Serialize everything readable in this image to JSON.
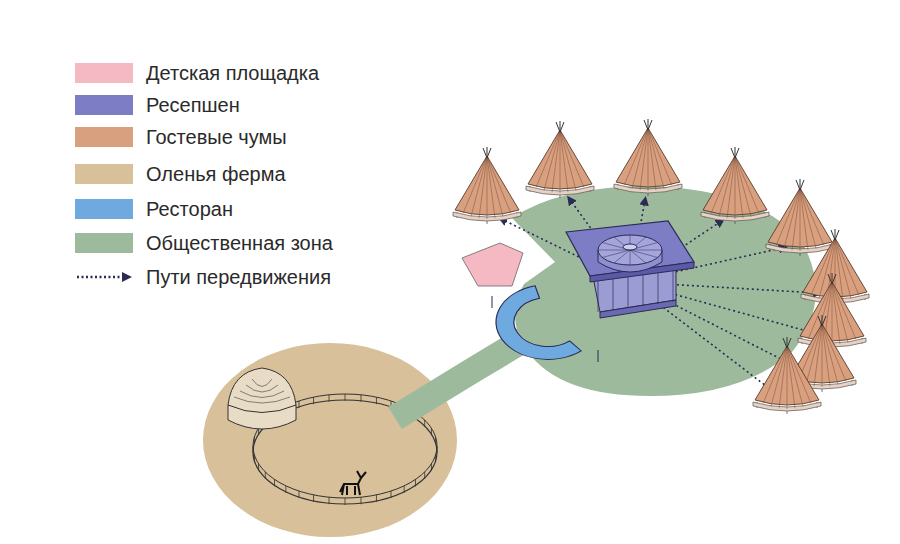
{
  "diagram": {
    "legend": [
      {
        "text": "Детская площадка",
        "color": "#f4b9c2"
      },
      {
        "text": "Ресепшен",
        "color": "#7d7dc6"
      },
      {
        "text": "Гостевые чумы",
        "color": "#d9a07f"
      },
      {
        "text": "Оленья ферма",
        "color": "#d8c09a"
      },
      {
        "text": "Ресторан",
        "color": "#6eaadf"
      },
      {
        "text": "Общественная зона",
        "color": "#9dba9c"
      },
      {
        "text": "Пути передвижения"
      }
    ]
  }
}
